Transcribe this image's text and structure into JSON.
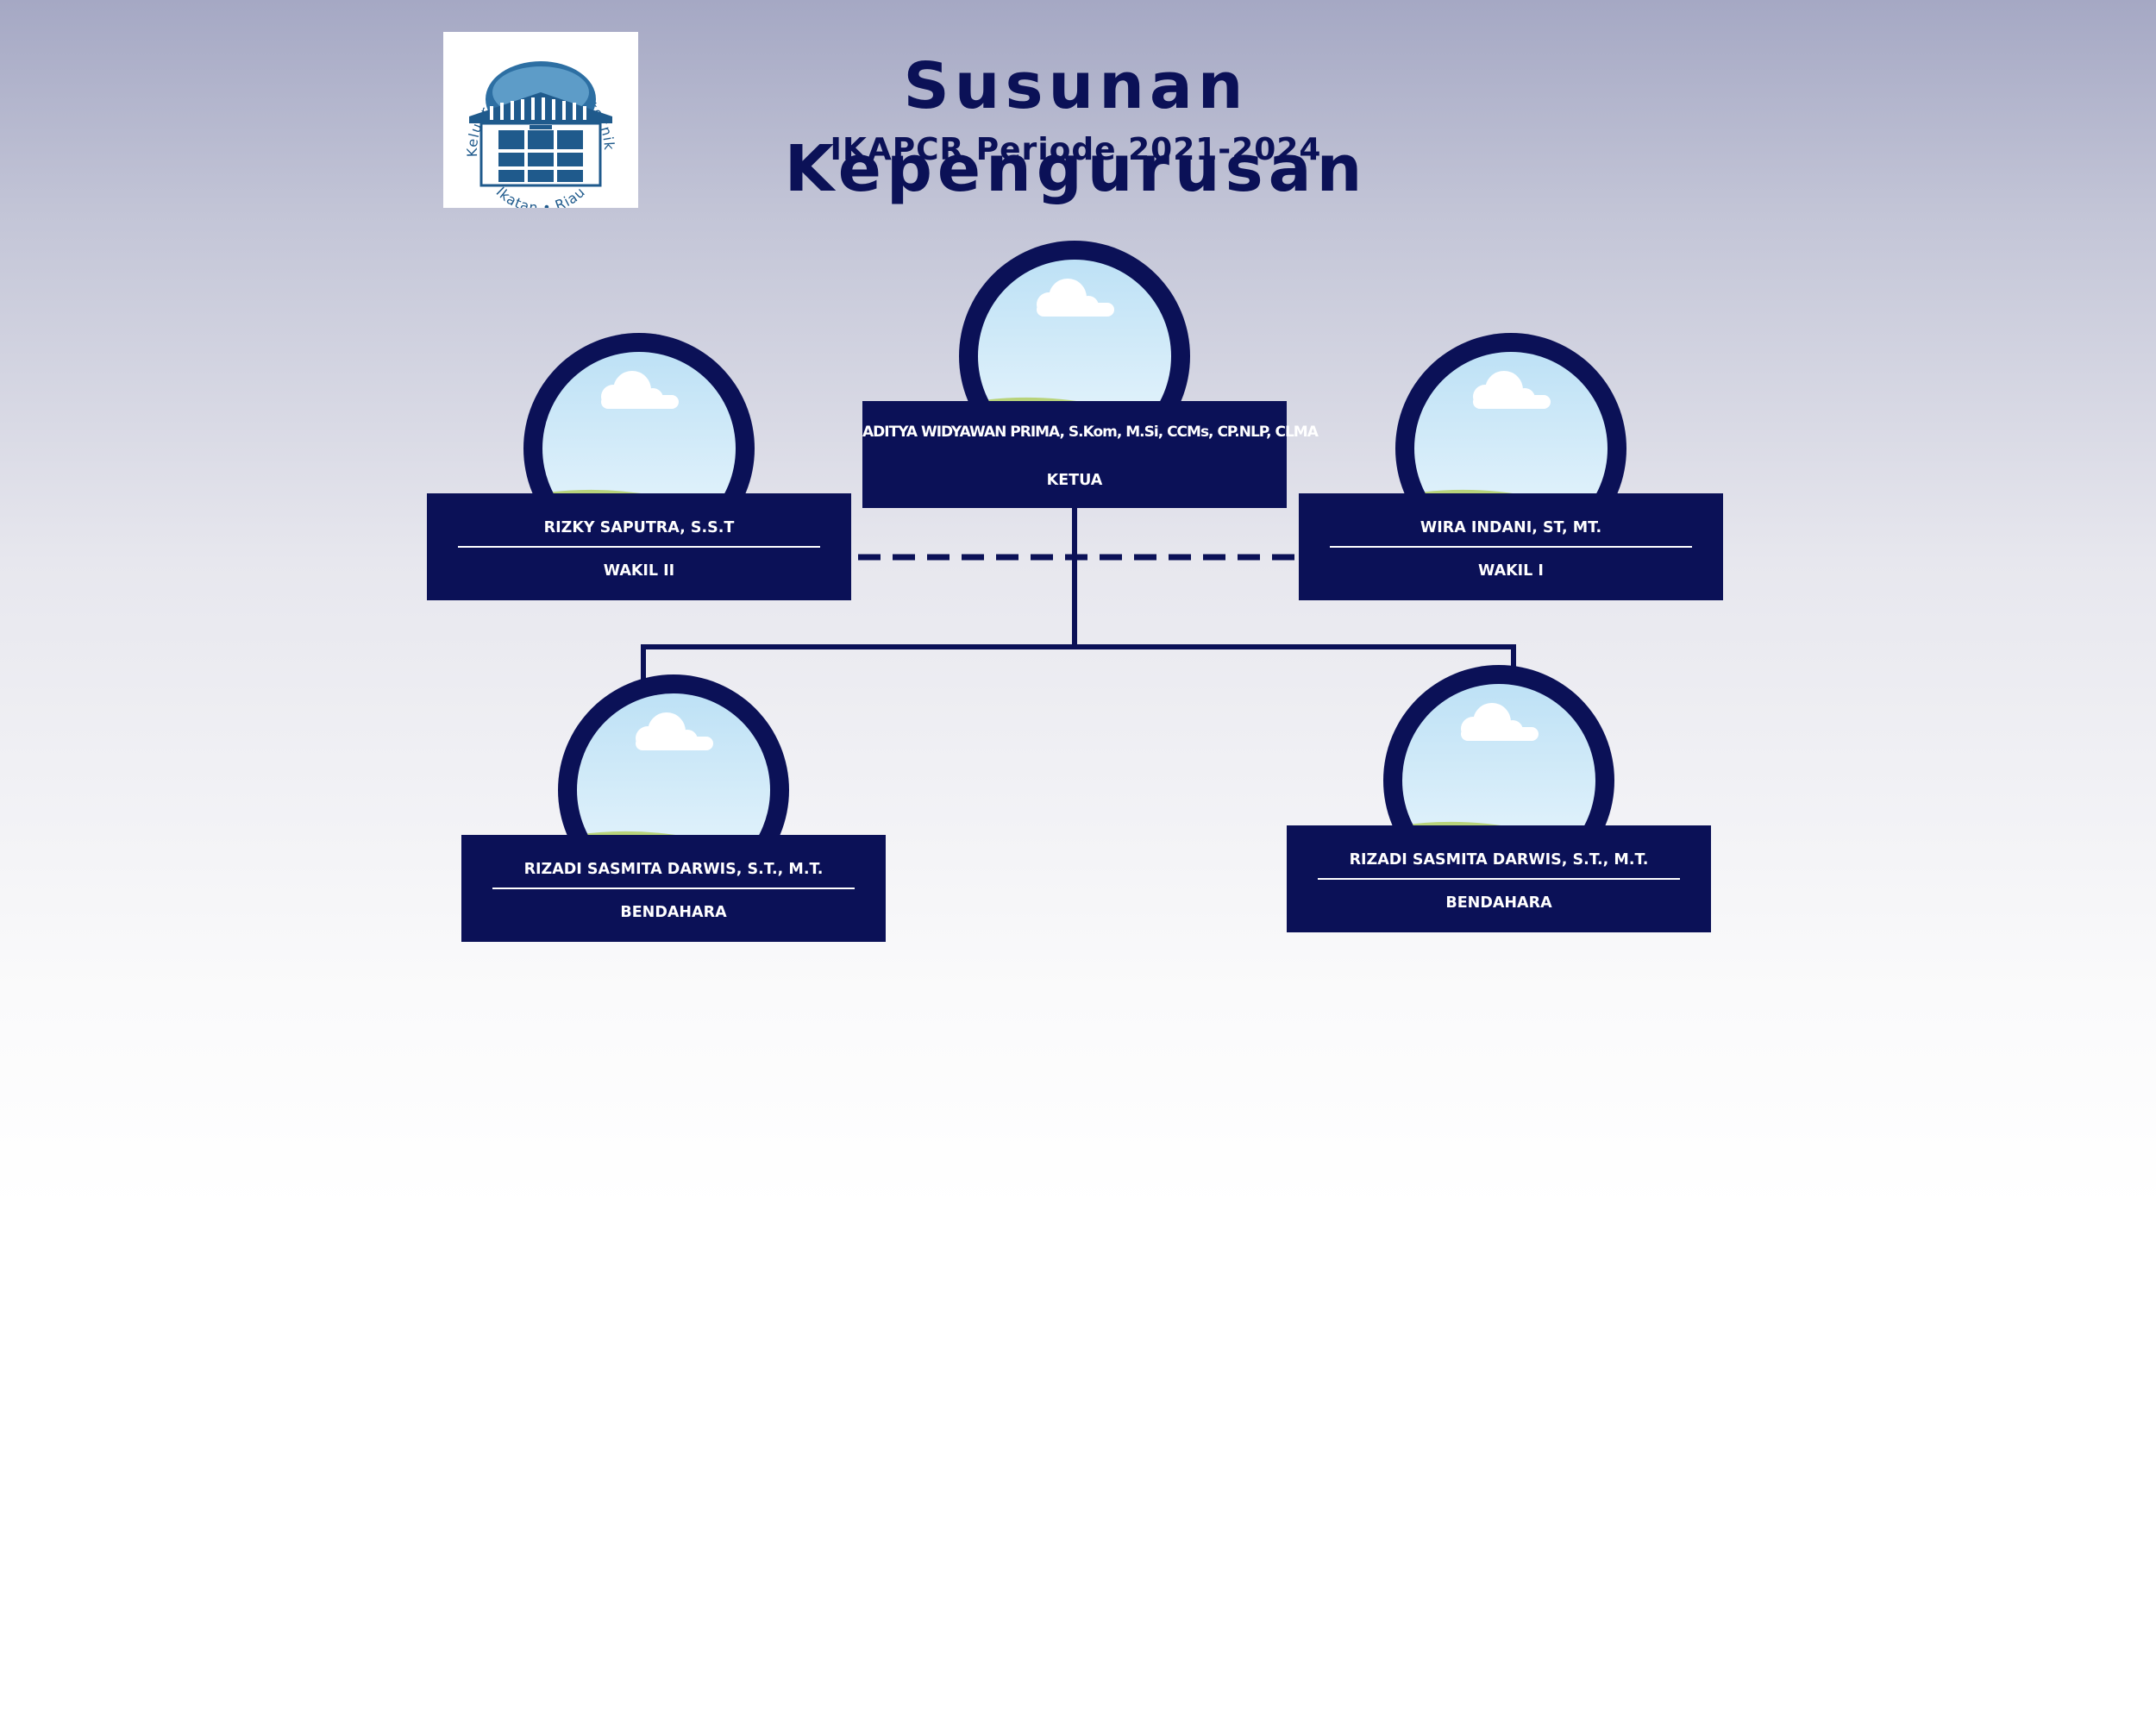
{
  "header": {
    "title": "Susunan Kepengurusan",
    "subtitle": "IKAPCR Periode 2021-2024"
  },
  "logo": {
    "text_ring": "Keluarga Alumni Politeknik Caltex Riau • Ikatan"
  },
  "colors": {
    "navy": "#0b1157",
    "logo_blue": "#1f5a8c"
  },
  "org": {
    "ketua": {
      "name": "ADITYA WIDYAWAN PRIMA, S.Kom, M.Si, CCMs, CP.NLP, CLMA",
      "role": "KETUA"
    },
    "wakil_ii": {
      "name": "RIZKY SAPUTRA, S.S.T",
      "role": "WAKIL II"
    },
    "wakil_i": {
      "name": "WIRA INDANI, ST, MT.",
      "role": "WAKIL I"
    },
    "bendahara_left": {
      "name": "RIZADI SASMITA DARWIS, S.T., M.T.",
      "role": "BENDAHARA"
    },
    "bendahara_right": {
      "name": "RIZADI SASMITA DARWIS, S.T., M.T.",
      "role": "BENDAHARA"
    }
  },
  "icons": {
    "avatar": "photo-placeholder-icon",
    "logo": "building-logo-icon"
  }
}
